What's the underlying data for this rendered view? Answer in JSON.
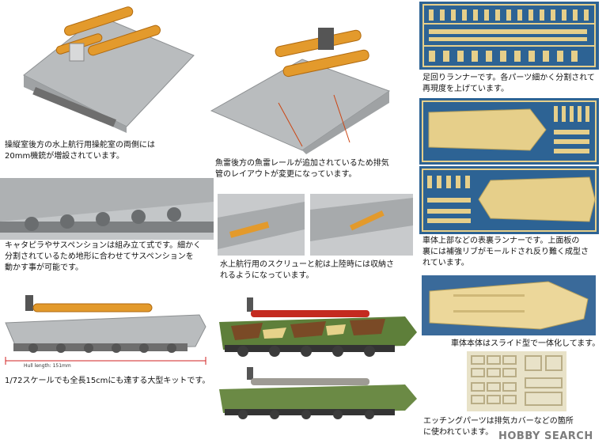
{
  "captions": {
    "cockpit": "操縦室後方の水上航行用操舵室の両側には\n20mm機銃が増設されています。",
    "torpedo_rail": "魚雷後方の魚雷レールが追加されているため排気\n管のレイアウトが変更になっています。",
    "tracks": "キャタピラやサスペンションは組み立て式です。細かく\n分割されているため地形に合わせてサスペンションを\n動かす事が可能です。",
    "screw": "水上航行用のスクリューと舵は上陸時には収納さ\nれるようになっています。",
    "scale": "1/72スケールでも全長15cmにも達する大型キットです。",
    "runner_feet": "足回りランナーです。各パーツ細かく分割されて\n再現度を上げています。",
    "runner_upper": "車体上部などの表裏ランナーです。上面板の\n裏には補強リブがモールドされ反り難く成型さ\nれています。",
    "hull_slide": "車体本体はスライド型で一体化してます。",
    "etching": "エッチングパーツは排気カバーなどの箇所\nに使われています。"
  },
  "hull_length_label": "Hull length: 151mm",
  "watermark": "HOBBY SEARCH",
  "colors": {
    "grey_hull": "#b9bcbe",
    "torpedo_orange": "#e39a2c",
    "sprue_tan": "#e6cf8a",
    "sprue_bg": "#2d6394",
    "camo_green": "#5e7f3a",
    "camo_brown": "#7a4a26",
    "olive": "#6b8a45",
    "red_torpedo": "#c42a20"
  }
}
